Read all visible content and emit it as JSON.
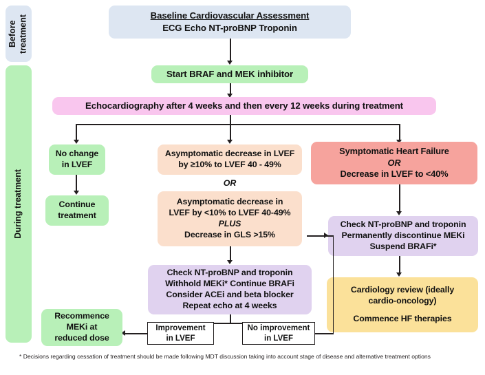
{
  "figure": {
    "kind": "clinical-flowchart",
    "title_node": {
      "heading": "Baseline Cardiovascular Assessment",
      "items": [
        "ECG",
        "Echo",
        "NT-proBNP",
        "Troponin"
      ]
    }
  },
  "colors": {
    "blue": "#dde6f2",
    "green": "#b8f0b8",
    "pink": "#f9c6ee",
    "peach": "#fbdfcc",
    "salmon": "#f6a39d",
    "purple": "#e0d2ef",
    "yellow": "#fbe19a",
    "stroke": "#231f20",
    "text": "#111111",
    "white": "#ffffff"
  },
  "phases": [
    {
      "id": "before",
      "label": "Before\ntreatment",
      "line1": "Before",
      "line2": "treatment",
      "color": "blue"
    },
    {
      "id": "during",
      "label": "During treatment",
      "line1": "During treatment",
      "line2": "",
      "color": "green"
    }
  ],
  "nodes": [
    {
      "id": "baseline-assessment",
      "color": "blue",
      "lines": [
        {
          "text": "Baseline Cardiovascular Assessment",
          "style": "underline"
        },
        {
          "text": "ECG       Echo       NT-proBNP       Troponin",
          "style": "normal"
        }
      ]
    },
    {
      "id": "start-braf-mek",
      "color": "green",
      "lines": [
        {
          "text": "Start BRAF and MEK inhibitor",
          "style": "normal"
        }
      ]
    },
    {
      "id": "echo-schedule",
      "color": "pink",
      "lines": [
        {
          "text": "Echocardiography after 4 weeks and then every 12 weeks during treatment",
          "style": "normal"
        }
      ]
    },
    {
      "id": "no-change-lvef",
      "color": "green",
      "lines": [
        {
          "text": "No change",
          "style": "normal"
        },
        {
          "text": "in LVEF",
          "style": "normal"
        }
      ]
    },
    {
      "id": "continue-treatment",
      "color": "green",
      "lines": [
        {
          "text": "Continue",
          "style": "normal"
        },
        {
          "text": "treatment",
          "style": "normal"
        }
      ]
    },
    {
      "id": "asymptomatic-ge10",
      "color": "peach",
      "lines": [
        {
          "text": "Asymptomatic decrease in LVEF",
          "style": "normal"
        },
        {
          "text": "by ≥10% to LVEF 40 - 49%",
          "style": "normal"
        }
      ]
    },
    {
      "id": "or-separator",
      "color": "none",
      "lines": [
        {
          "text": "OR",
          "style": "italic"
        }
      ]
    },
    {
      "id": "asymptomatic-lt10-gls",
      "color": "peach",
      "lines": [
        {
          "text": "Asymptomatic decrease in",
          "style": "normal"
        },
        {
          "text": "LVEF by <10% to LVEF 40-49%",
          "style": "normal"
        },
        {
          "text": "PLUS",
          "style": "italic"
        },
        {
          "text": "Decrease in GLS >15%",
          "style": "normal"
        }
      ]
    },
    {
      "id": "symptomatic-hf",
      "color": "salmon",
      "lines": [
        {
          "text": "Symptomatic Heart Failure",
          "style": "normal"
        },
        {
          "text": "OR",
          "style": "italic"
        },
        {
          "text": "Decrease in LVEF to <40%",
          "style": "normal"
        }
      ]
    },
    {
      "id": "withhold-meki",
      "color": "purple",
      "lines": [
        {
          "text": "Check NT-proBNP and troponin",
          "style": "normal"
        },
        {
          "text": "Withhold MEKi* Continue BRAFi",
          "style": "normal"
        },
        {
          "text": "Consider ACEi and beta blocker",
          "style": "normal"
        },
        {
          "text": "Repeat echo at 4 weeks",
          "style": "normal"
        }
      ]
    },
    {
      "id": "discontinue-meki",
      "color": "purple",
      "lines": [
        {
          "text": "Check NT-proBNP and troponin",
          "style": "normal"
        },
        {
          "text": "Permanently discontinue MEKi",
          "style": "normal"
        },
        {
          "text": "Suspend BRAFi*",
          "style": "normal"
        }
      ]
    },
    {
      "id": "cardiology-review",
      "color": "yellow",
      "lines": [
        {
          "text": "Cardiology review (ideally",
          "style": "normal"
        },
        {
          "text": "cardio-oncology)",
          "style": "normal"
        },
        {
          "text": "",
          "style": "normal"
        },
        {
          "text": "Commence HF therapies",
          "style": "normal"
        }
      ]
    },
    {
      "id": "recommence-meki",
      "color": "green",
      "lines": [
        {
          "text": "Recommence",
          "style": "normal"
        },
        {
          "text": "MEKi at",
          "style": "normal"
        },
        {
          "text": "reduced dose",
          "style": "normal"
        }
      ]
    }
  ],
  "decision_boxes": [
    {
      "id": "improvement-lvef",
      "lines": [
        {
          "text": "Improvement",
          "style": "normal"
        },
        {
          "text": "in LVEF",
          "style": "normal"
        }
      ]
    },
    {
      "id": "no-improvement-lvef",
      "lines": [
        {
          "text": "No improvement",
          "style": "normal"
        },
        {
          "text": "in LVEF",
          "style": "normal"
        }
      ]
    }
  ],
  "footnote": {
    "text": "* Decisions regarding cessation of treatment should be made following MDT discussion taking into account stage of disease and alternative treatment options"
  }
}
